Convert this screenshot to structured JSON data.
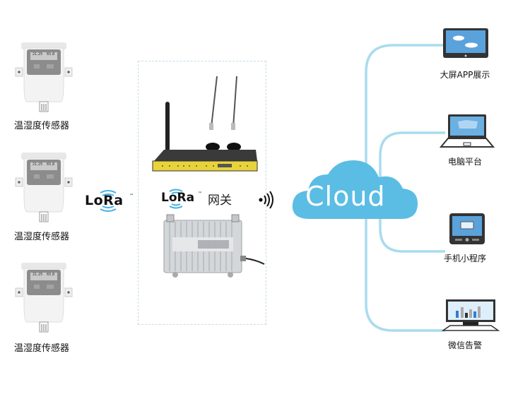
{
  "diagram": {
    "sensors": [
      {
        "label": "温湿度传感器",
        "display_values": [
          "21.25",
          "65.8"
        ]
      },
      {
        "label": "温湿度传感器",
        "display_values": [
          "21.25",
          "65.8"
        ]
      },
      {
        "label": "温湿度传感器",
        "display_values": [
          "21.25",
          "65.8"
        ]
      }
    ],
    "lora_link": {
      "text": "LoRa",
      "tm": "™"
    },
    "gateway": {
      "lora_text": "LoRa",
      "tm": "™",
      "suffix": "网关"
    },
    "wireless_icon": "wireless-signal-icon",
    "cloud": {
      "label": "Cloud",
      "color": "#5bbde4"
    },
    "connector_color": "#a9dcee",
    "endpoints": [
      {
        "label": "大屏APP展示",
        "icon": "tablet-icon"
      },
      {
        "label": "电脑平台",
        "icon": "laptop-icon"
      },
      {
        "label": "手机小程序",
        "icon": "phone-icon"
      },
      {
        "label": "微信告警",
        "icon": "monitor-icon"
      }
    ]
  }
}
